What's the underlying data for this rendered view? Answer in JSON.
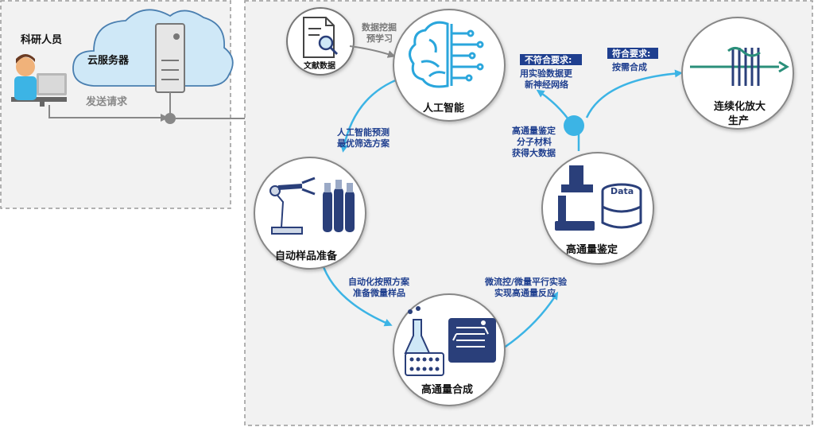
{
  "left_panel": {
    "researcher_label": "科研人员",
    "cloud_label": "云服务器",
    "request_label": "发送请求"
  },
  "literature": {
    "label": "文献数据",
    "mining_line1": "数据挖掘",
    "mining_line2": "预学习"
  },
  "nodes": {
    "ai": "人工智能",
    "auto_sample": "自动样品准备",
    "synthesis": "高通量合成",
    "characterization": "高通量鉴定",
    "production_line1": "连续化放大",
    "production_line2": "生产"
  },
  "annotations": {
    "ai_predict_line1": "人工智能预测",
    "ai_predict_line2": "最优筛选方案",
    "auto_prep_line1": "自动化按照方案",
    "auto_prep_line2": "准备微量样品",
    "microfluidic_line1": "微流控/微量平行实验",
    "microfluidic_line2": "实现高通量反应",
    "charact_line1": "高通量鉴定",
    "charact_line2": "分子材料",
    "charact_line3": "获得大数据",
    "not_meet_title": "不符合要求:",
    "not_meet_line1": "用实验数据更",
    "not_meet_line2": "新神经网络",
    "meet_title": "符合要求:",
    "meet_line1": "按需合成",
    "data_text": "Data"
  },
  "colors": {
    "accent": "#3cb4e5",
    "cloud": "#cfe8f7",
    "node_border": "#888888",
    "dashed": "#999999",
    "text_blue": "#1f3f8f",
    "icon_dark": "#2a3f7a"
  }
}
